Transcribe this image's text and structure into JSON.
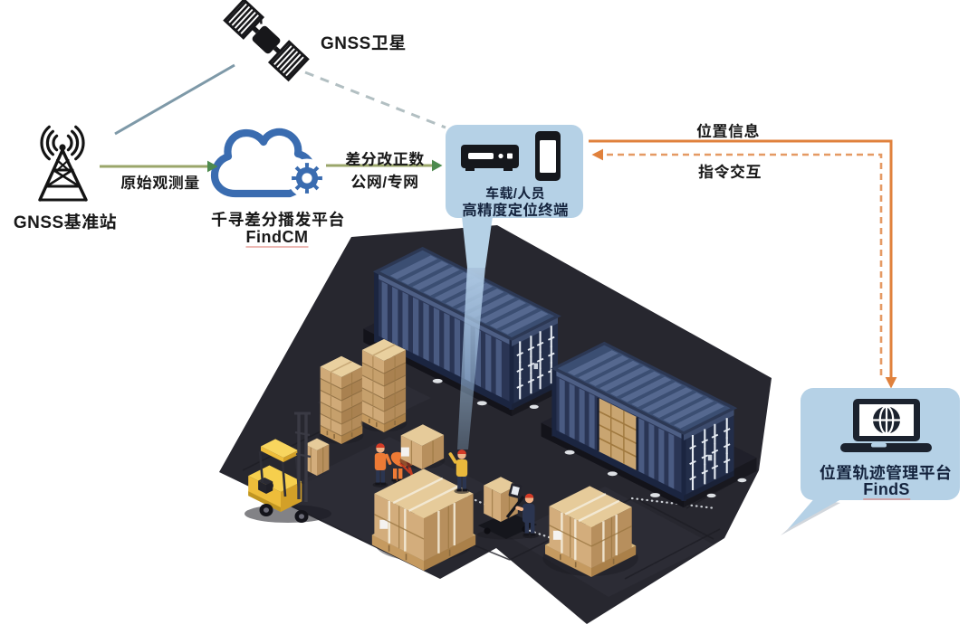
{
  "figure": {
    "type": "architecture-diagram",
    "background": "#ffffff"
  },
  "nodes": {
    "satellite": {
      "label": "GNSS卫星"
    },
    "base_station": {
      "label": "GNSS基准站"
    },
    "cloud_platform": {
      "name": "千寻差分播发平台",
      "product": "FindCM"
    },
    "terminal": {
      "line1": "车载/人员",
      "line2": "高精度定位终端"
    },
    "management_platform": {
      "name": "位置轨迹管理平台",
      "product": "FindS"
    }
  },
  "links": {
    "raw_observation": {
      "label": "原始观测量",
      "from": "base_station",
      "to": "cloud_platform",
      "style": "solid-green-arrow"
    },
    "correction": {
      "line1": "差分改正数",
      "line2": "公网/专网",
      "from": "cloud_platform",
      "to": "terminal",
      "style": "solid-green-arrow"
    },
    "satellite_to_base": {
      "label": "",
      "from": "satellite",
      "to": "base_station",
      "style": "solid-slate-line"
    },
    "satellite_to_terminal": {
      "label": "",
      "from": "satellite",
      "to": "terminal",
      "style": "dashed-gray-line"
    },
    "position_info": {
      "label": "位置信息",
      "from": "terminal",
      "to": "management_platform",
      "style": "solid-orange-arrow"
    },
    "command_interaction": {
      "label": "指令交互",
      "from": "management_platform",
      "to": "terminal",
      "style": "dashed-orange-arrow"
    }
  },
  "scene": {
    "description": "isometric container yard with two shipping containers, forklift, pallets of boxes, workers and pallet jack",
    "elements": [
      "container",
      "container-with-open-door",
      "forklift",
      "pallet-stacks",
      "strapped-pallet-cargo",
      "pallet-jack",
      "workers",
      "locating-beam",
      "dotted-path"
    ]
  },
  "colors": {
    "bubble_fill": "#b5d1e6",
    "bubble_text": "#15243e",
    "label_text": "#191919",
    "cloud_blue": "#3a6cb0",
    "green_arrow_shaft": "#9aa66a",
    "green_arrow_head": "#4d8a4e",
    "orange_arrow": "#e0813c",
    "slate_line": "#7e99a8",
    "dashed_gray_line": "#aab8bd",
    "floor_dark": "#27272f",
    "container_blue": "#3b4e72",
    "carton_tan": "#d3ad7c",
    "forklift_yellow": "#f6cf4d"
  }
}
